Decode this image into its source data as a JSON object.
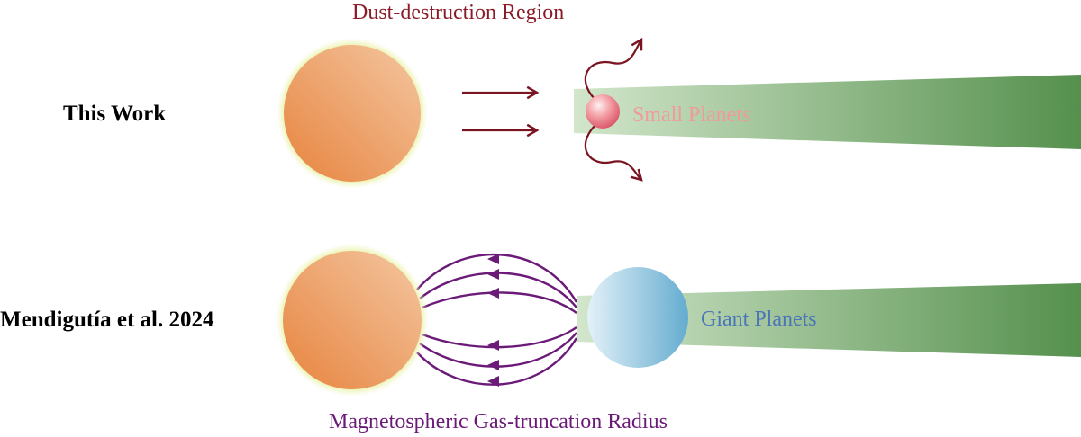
{
  "labels": {
    "row1": "This Work",
    "row2": "Mendigutía et al. 2024",
    "dust_region": "Dust-destruction Region",
    "small_planets": "Small Planets",
    "giant_planets": "Giant Planets",
    "magneto_radius": "Magnetospheric Gas-truncation Radius"
  },
  "colors": {
    "star_light": "#f0b98f",
    "star_dark": "#e88b4a",
    "star_glow": "#e6ef9a",
    "disk_light": "#cfe3c8",
    "disk_dark": "#589150",
    "dust_red": "#7a1420",
    "field_purple": "#6b1a78",
    "small_planet_text": "#f29a9a",
    "small_planet_light": "#fde0e0",
    "small_planet_dark": "#e06070",
    "giant_planet_text": "#4a76b8",
    "giant_planet_light": "#d6eaf4",
    "giant_planet_dark": "#6fb2d2"
  }
}
